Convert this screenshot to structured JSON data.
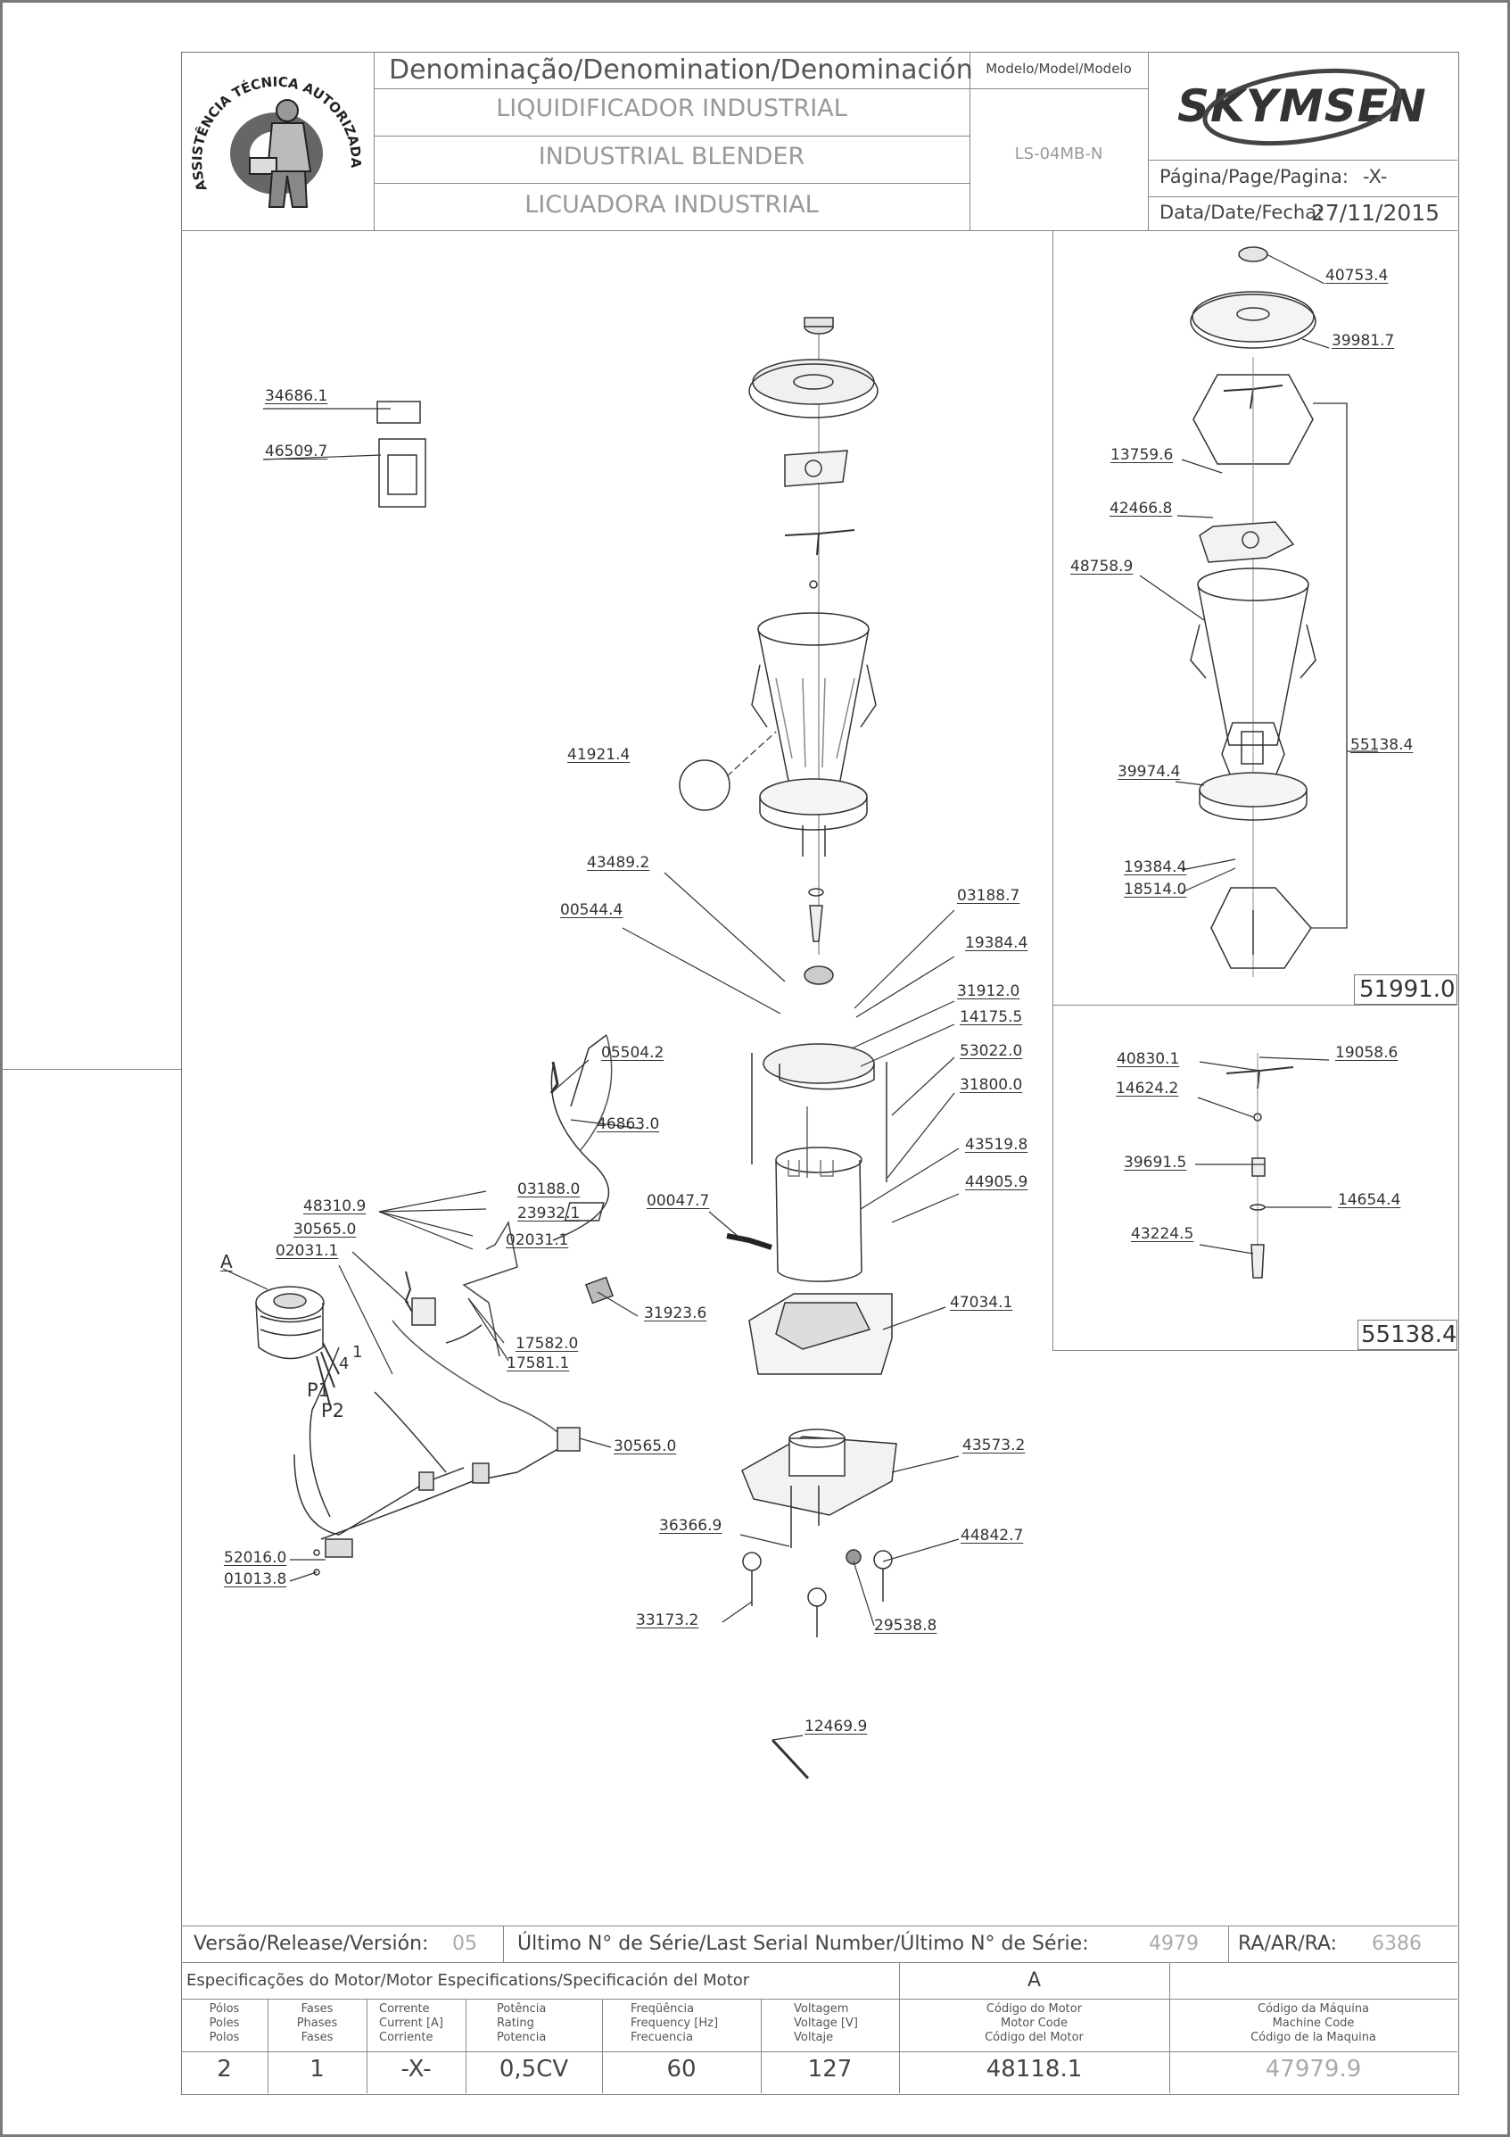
{
  "header": {
    "denomination_title": "Denominação/Denomination/Denominación",
    "model_title": "Modelo/Model/Modelo",
    "name_pt": "LIQUIDIFICADOR INDUSTRIAL",
    "name_en": "INDUSTRIAL BLENDER",
    "name_es": "LICUADORA INDUSTRIAL",
    "model": "LS-04MB-N",
    "brand": "SKYMSEN",
    "page_label": "Página/Page/Pagina:",
    "page_value": "-X-",
    "date_label": "Data/Date/Fecha:",
    "date_value": "27/11/2015",
    "seal_text": "ASSISTÊNCIA TÉCNICA AUTORIZADA"
  },
  "parts": {
    "p34686_1": "34686.1",
    "p46509_7": "46509.7",
    "p41921_4": "41921.4",
    "p43489_2": "43489.2",
    "p00544_4": "00544.4",
    "p03188_7": "03188.7",
    "p19384_4_main": "19384.4",
    "p31912_0": "31912.0",
    "p14175_5": "14175.5",
    "p53022_0": "53022.0",
    "p31800_0": "31800.0",
    "p05504_2": "05504.2",
    "p46863_0": "46863.0",
    "p43519_8": "43519.8",
    "p44905_9": "44905.9",
    "p00047_7": "00047.7",
    "p48310_9": "48310.9",
    "p03188_0": "03188.0",
    "p23932_1": "23932.1",
    "p30565_0_a": "30565.0",
    "p02031_1_a": "02031.1",
    "p02031_1_b": "02031.1",
    "pA": "A",
    "p31923_6": "31923.6",
    "p17582_0": "17582.0",
    "p17581_1": "17581.1",
    "p47034_1": "47034.1",
    "p30565_0_b": "30565.0",
    "p43573_2": "43573.2",
    "p36366_9": "36366.9",
    "p44842_7": "44842.7",
    "p52016_0": "52016.0",
    "p01013_8": "01013.8",
    "p33173_2": "33173.2",
    "p29538_8": "29538.8",
    "p12469_9": "12469.9",
    "wire_1": "1",
    "wire_4": "4",
    "wire_P1": "P1",
    "wire_P2": "P2"
  },
  "detail_1": {
    "p40753_4": "40753.4",
    "p39981_7": "39981.7",
    "p13759_6": "13759.6",
    "p42466_8": "42466.8",
    "p48758_9": "48758.9",
    "p55138_4": "55138.4",
    "p39974_4": "39974.4",
    "p19384_4": "19384.4",
    "p18514_0": "18514.0",
    "assembly_code": "51991.0"
  },
  "detail_2": {
    "p40830_1": "40830.1",
    "p19058_6": "19058.6",
    "p14624_2": "14624.2",
    "p39691_5": "39691.5",
    "p14654_4": "14654.4",
    "p43224_5": "43224.5",
    "assembly_code": "55138.4"
  },
  "footer": {
    "version_label": "Versão/Release/Versión:",
    "version_value": "05",
    "serial_label": "Último N° de Série/Last Serial Number/Último N° de Série:",
    "serial_value": "4979",
    "ra_label": "RA/AR/RA:",
    "ra_value": "6386",
    "motor_spec_title": "Especificações do Motor/Motor Especifications/Specificación del Motor",
    "motor_variant": "A",
    "headers": {
      "poles": [
        "Pólos",
        "Poles",
        "Polos"
      ],
      "phases": [
        "Fases",
        "Phases",
        "Fases"
      ],
      "current": [
        "Corrente",
        "Current [A]",
        "Corriente"
      ],
      "power": [
        "Potência",
        "Rating",
        "Potencia"
      ],
      "frequency": [
        "Freqüência",
        "Frequency [Hz]",
        "Frecuencia"
      ],
      "voltage": [
        "Voltagem",
        "Voltage [V]",
        "Voltaje"
      ],
      "motor_code": [
        "Código do Motor",
        "Motor Code",
        "Código del Motor"
      ],
      "machine_code": [
        "Código da Máquina",
        "Machine Code",
        "Código de la Maquina"
      ]
    },
    "values": {
      "poles": "2",
      "phases": "1",
      "current": "-X-",
      "power": "0,5CV",
      "frequency": "60",
      "voltage": "127",
      "motor_code": "48118.1",
      "machine_code": "47979.9"
    }
  }
}
